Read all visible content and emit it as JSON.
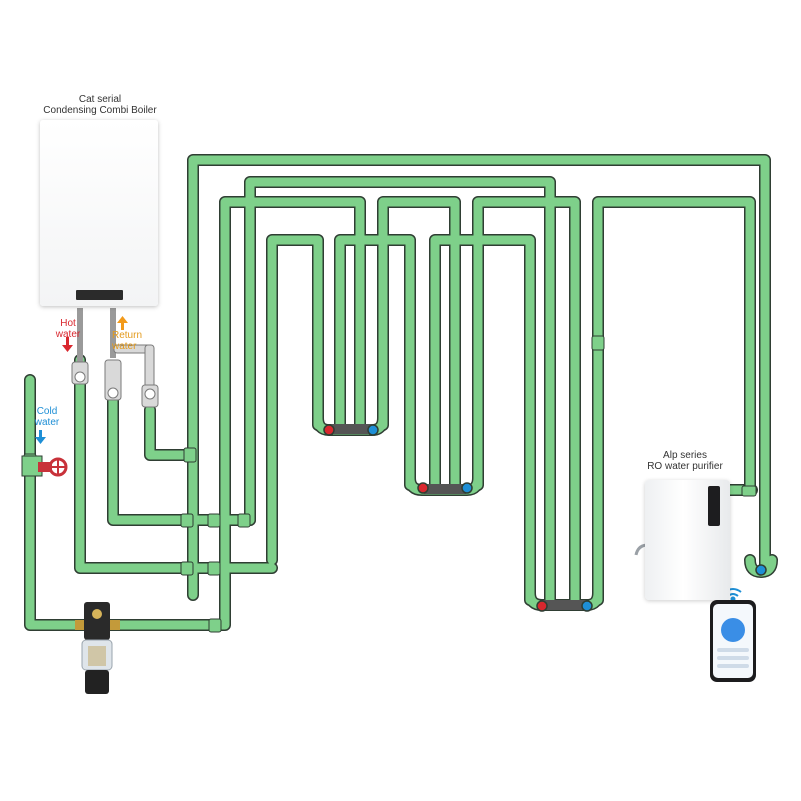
{
  "boiler": {
    "title_line1": "Cat serial",
    "title_line2": "Condensing Combi Boiler"
  },
  "labels": {
    "hot_water_line1": "Hot",
    "hot_water_line2": "water",
    "return_water_line1": "Return",
    "return_water_line2": "water",
    "cold_water_line1": "Cold",
    "cold_water_line2": "water"
  },
  "purifier": {
    "title_line1": "Alp series",
    "title_line2": "RO water purifier"
  },
  "colors": {
    "pipe_fill": "#7ed08a",
    "pipe_outline": "#2f3e33",
    "hot_indicator": "#d9272e",
    "cold_indicator": "#1e8fd6",
    "return_indicator": "#f29a1a",
    "hot_label": "#d9272e",
    "return_label": "#e39a1b",
    "cold_label": "#1e8fd6"
  },
  "icons": {
    "hot_arrow": "arrow-down-icon",
    "return_arrow": "arrow-up-icon",
    "cold_arrow": "arrow-down-icon",
    "wifi": "wifi-icon",
    "valve": "gate-valve-icon",
    "prefilter": "prefilter-icon"
  }
}
